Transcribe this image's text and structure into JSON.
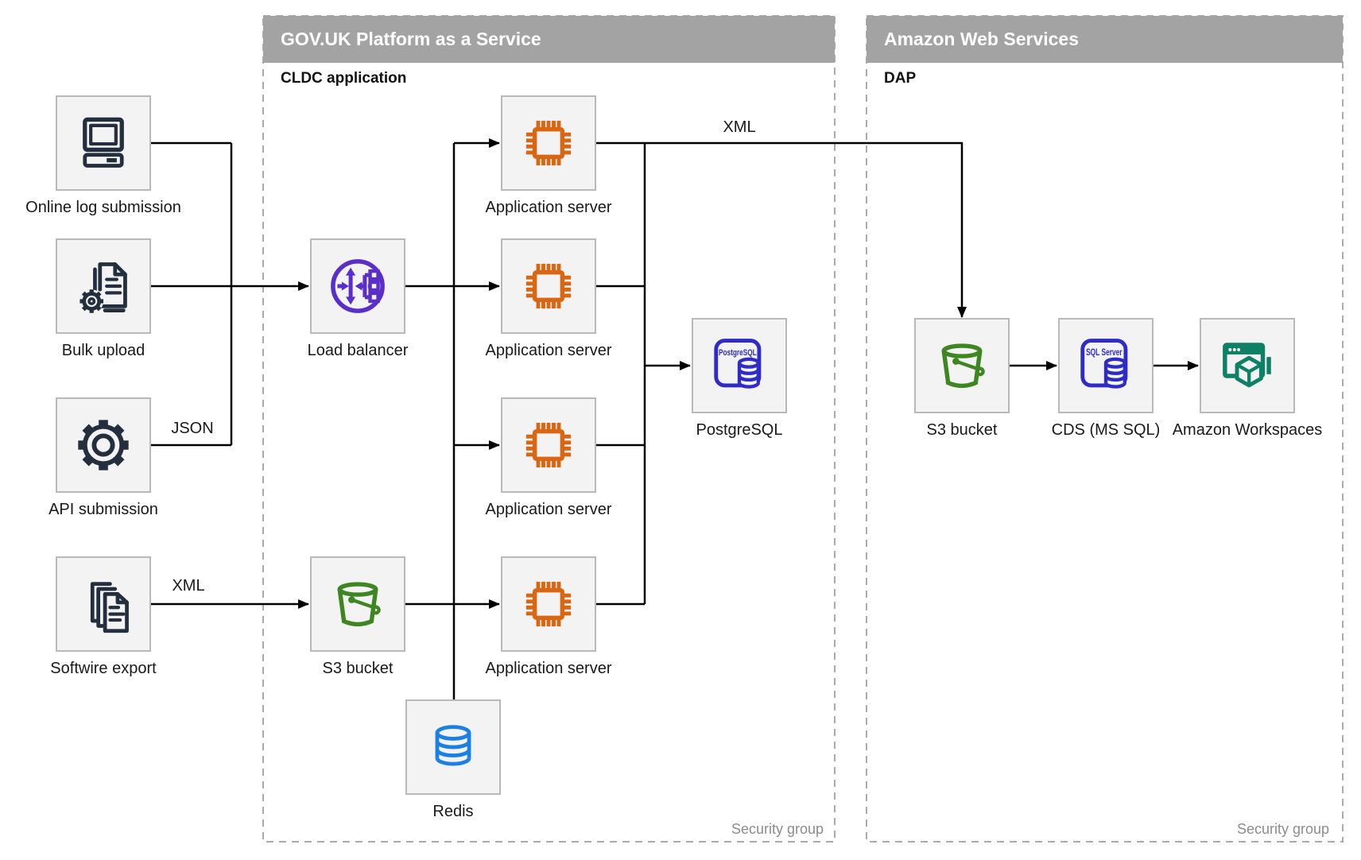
{
  "containers": {
    "paas": {
      "title": "GOV.UK Platform as a Service",
      "sublabel": "CLDC application",
      "footer": "Security group"
    },
    "aws": {
      "title": "Amazon Web Services",
      "sublabel": "DAP",
      "footer": "Security group"
    }
  },
  "nodes": [
    {
      "id": "online-log-submission",
      "label": "Online log submission",
      "icon": "computer-icon"
    },
    {
      "id": "bulk-upload",
      "label": "Bulk upload",
      "icon": "document-gear-icon"
    },
    {
      "id": "api-submission",
      "label": "API submission",
      "icon": "gear-icon"
    },
    {
      "id": "softwire-export",
      "label": "Softwire export",
      "icon": "documents-icon"
    },
    {
      "id": "load-balancer",
      "label": "Load balancer",
      "icon": "load-balancer-icon"
    },
    {
      "id": "s3-bucket-paas",
      "label": "S3 bucket",
      "icon": "bucket-icon"
    },
    {
      "id": "redis",
      "label": "Redis",
      "icon": "database-icon"
    },
    {
      "id": "app-server-1",
      "label": "Application server",
      "icon": "chip-icon"
    },
    {
      "id": "app-server-2",
      "label": "Application server",
      "icon": "chip-icon"
    },
    {
      "id": "app-server-3",
      "label": "Application server",
      "icon": "chip-icon"
    },
    {
      "id": "app-server-4",
      "label": "Application server",
      "icon": "chip-icon"
    },
    {
      "id": "postgresql",
      "label": "PostgreSQL",
      "icon": "postgresql-icon",
      "icon_text": "PostgreSQL"
    },
    {
      "id": "s3-bucket-aws",
      "label": "S3 bucket",
      "icon": "bucket-icon"
    },
    {
      "id": "cds-ms-sql",
      "label": "CDS (MS SQL)",
      "icon": "sql-server-icon",
      "icon_text": "SQL Server"
    },
    {
      "id": "amazon-workspaces",
      "label": "Amazon Workspaces",
      "icon": "workspaces-icon"
    }
  ],
  "edge_labels": [
    {
      "text": "JSON"
    },
    {
      "text": "XML"
    },
    {
      "text": "XML"
    }
  ],
  "edges": [
    {
      "from": "Online log submission",
      "to": "Load balancer"
    },
    {
      "from": "Bulk upload",
      "to": "Load balancer"
    },
    {
      "from": "API submission",
      "to": "Load balancer",
      "label": "JSON"
    },
    {
      "from": "Softwire export",
      "to": "S3 bucket (GOV.UK PaaS)",
      "label": "XML"
    },
    {
      "from": "Load balancer",
      "to": "Application server 1"
    },
    {
      "from": "Load balancer",
      "to": "Application server 2"
    },
    {
      "from": "Load balancer",
      "to": "Application server 3"
    },
    {
      "from": "Load balancer",
      "to": "Application server 4"
    },
    {
      "from": "Load balancer",
      "to": "Redis"
    },
    {
      "from": "S3 bucket (GOV.UK PaaS)",
      "to": "Application server 4"
    },
    {
      "from": "Application servers",
      "to": "PostgreSQL"
    },
    {
      "from": "Application server 1",
      "to": "S3 bucket (AWS)",
      "label": "XML"
    },
    {
      "from": "S3 bucket (AWS)",
      "to": "CDS (MS SQL)"
    },
    {
      "from": "CDS (MS SQL)",
      "to": "Amazon Workspaces"
    }
  ],
  "colors": {
    "header_gray": "#A3A3A3",
    "box_bg": "#F3F3F3",
    "box_border": "#B9B9B9",
    "dashed_border": "#ABABAB",
    "line": "#000000",
    "navy": "#232F3E",
    "orange": "#D86613",
    "purple": "#5A2FC9",
    "blue_db": "#2E2BC6",
    "green": "#3E8622",
    "redis_blue": "#1B7FE3",
    "teal": "#0C8165",
    "label_text": "#191919",
    "muted_text": "#8C8C8C",
    "title_text": "#FFFFFF"
  }
}
